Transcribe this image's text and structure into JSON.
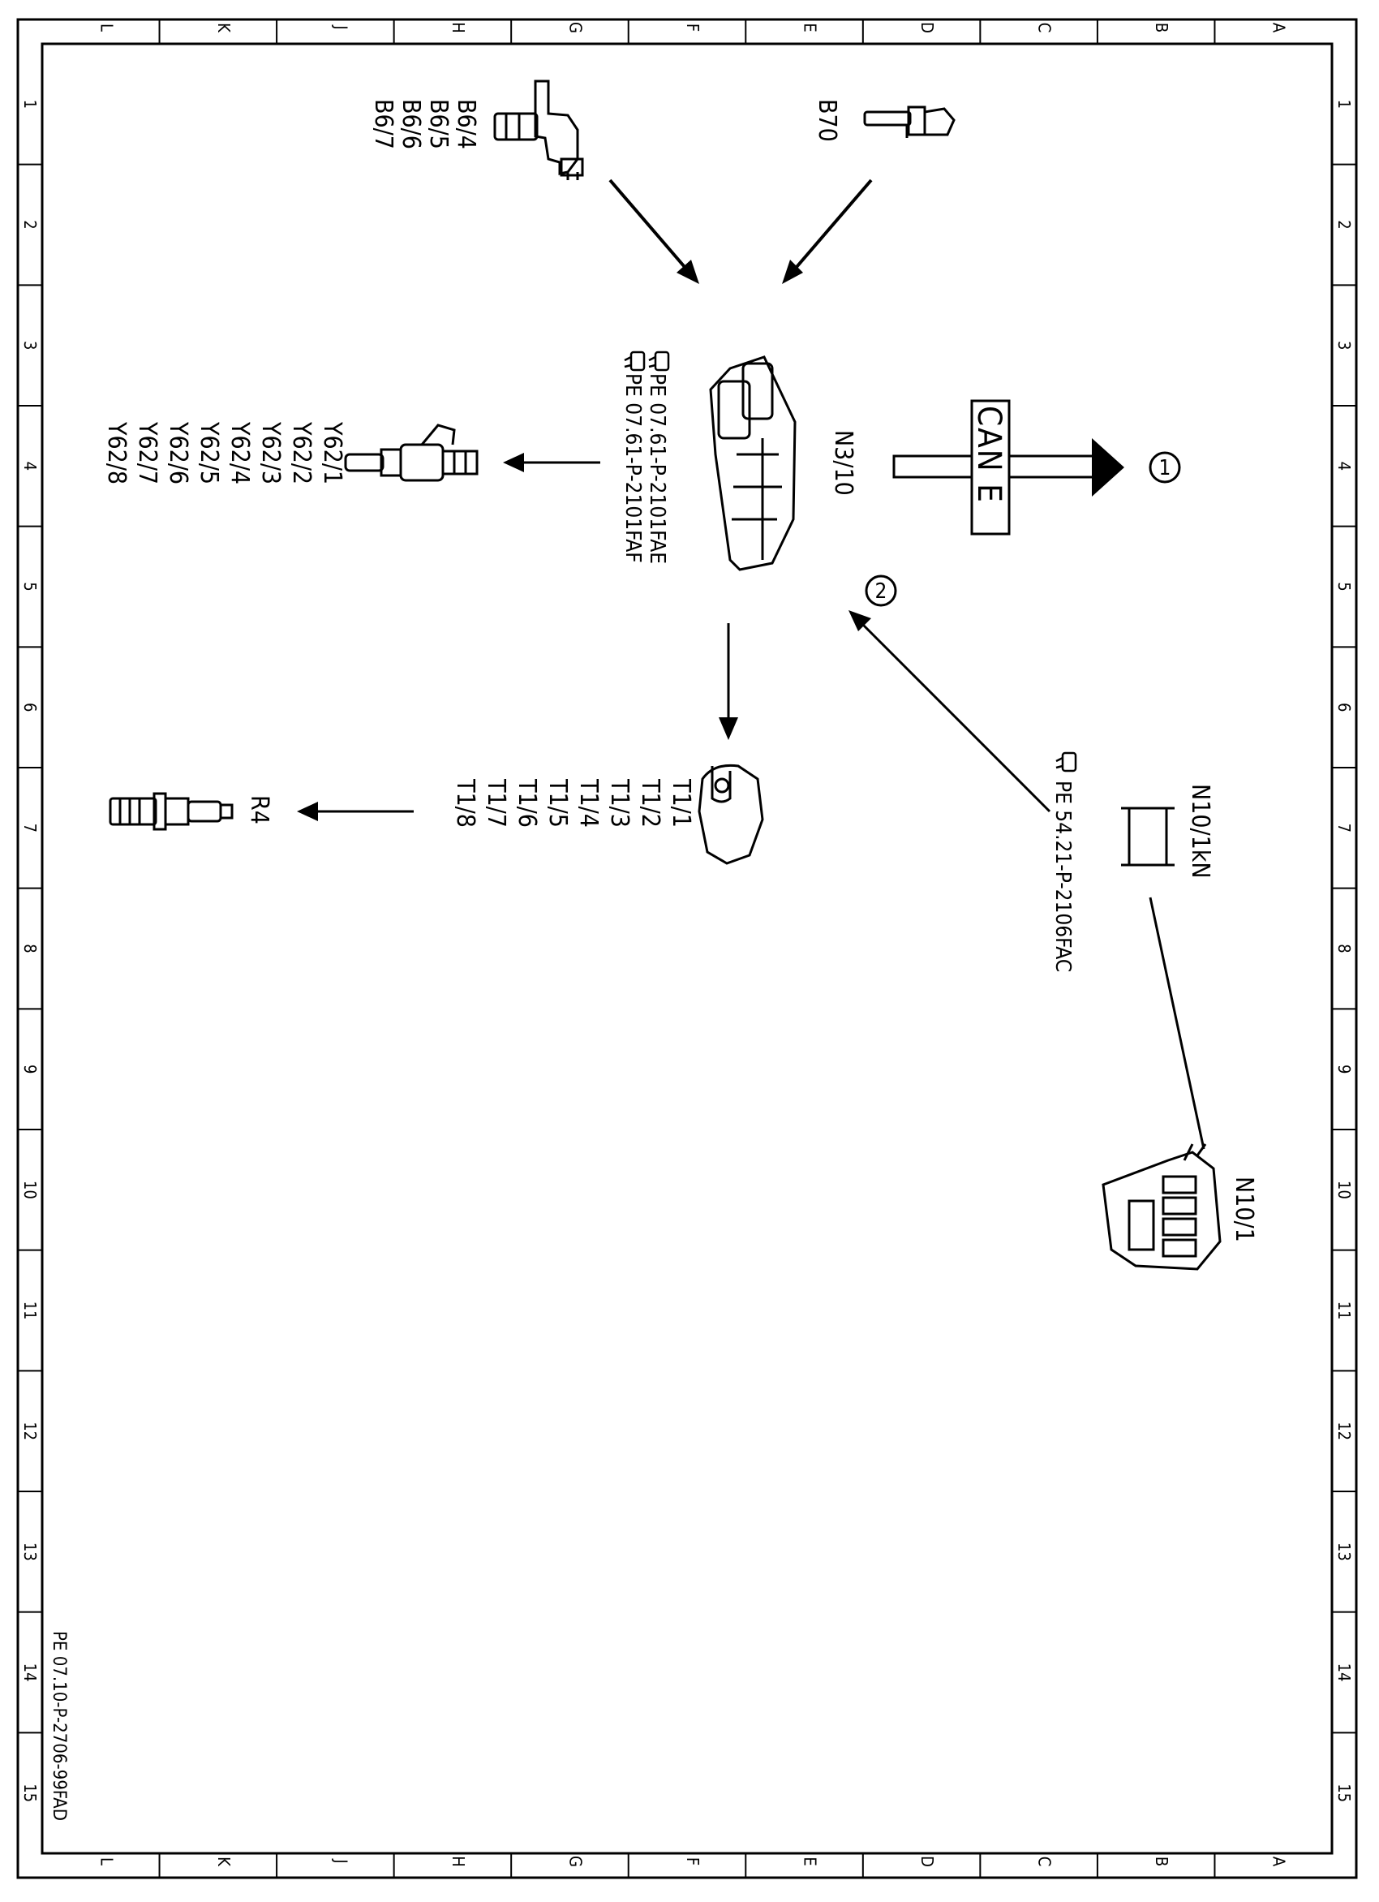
{
  "grid": {
    "letters": [
      "L",
      "K",
      "J",
      "H",
      "G",
      "F",
      "E",
      "D",
      "C",
      "B",
      "A"
    ],
    "numbers": [
      "1",
      "2",
      "3",
      "4",
      "5",
      "6",
      "7",
      "8",
      "9",
      "10",
      "11",
      "12",
      "13",
      "14",
      "15"
    ]
  },
  "labels": {
    "b6": [
      "B6/4",
      "B6/5",
      "B6/6",
      "B6/7"
    ],
    "b70": "B70",
    "n3_10": "N3/10",
    "n3_10_refs": [
      "PE  07.61-P-2101FAE",
      "PE  07.61-P-2101FAF"
    ],
    "y62": [
      "Y62/1",
      "Y62/2",
      "Y62/3",
      "Y62/4",
      "Y62/5",
      "Y62/6",
      "Y62/7",
      "Y62/8"
    ],
    "t1": [
      "T1/1",
      "T1/2",
      "T1/3",
      "T1/4",
      "T1/5",
      "T1/6",
      "T1/7",
      "T1/8"
    ],
    "r4": "R4",
    "n10_1kn": "N10/1kN",
    "n10_1kn_ref": "PE  54.21-P-2106FAC",
    "n10_1": "N10/1",
    "can": "CAN E",
    "circle1": "1",
    "circle2": "2",
    "footer": "PE 07.10-P-2706-99FAD"
  }
}
